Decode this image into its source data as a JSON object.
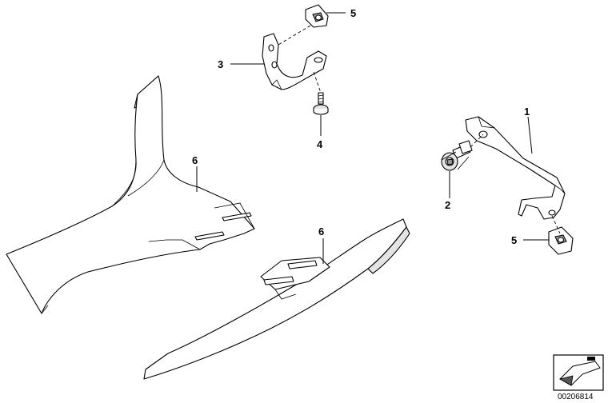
{
  "callouts": {
    "c1": "1",
    "c2": "2",
    "c3": "3",
    "c4": "4",
    "c5_top": "5",
    "c5_right": "5",
    "c6_left": "6",
    "c6_right": "6"
  },
  "catalog_number": "00206814",
  "icons": {
    "logo": "arrow-insert-box-icon"
  }
}
